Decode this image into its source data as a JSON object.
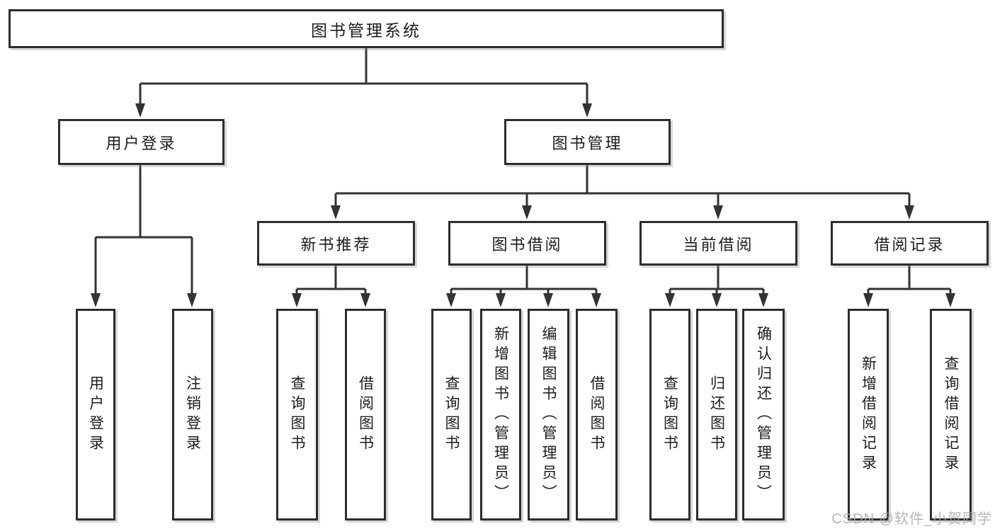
{
  "diagram_type": "hierarchy-tree",
  "tree": {
    "label": "图书管理系统",
    "children": [
      {
        "label": "用户登录",
        "children": [
          {
            "label": "用户登录"
          },
          {
            "label": "注销登录"
          }
        ]
      },
      {
        "label": "图书管理",
        "children": [
          {
            "label": "新书推荐",
            "children": [
              {
                "label": "查询图书"
              },
              {
                "label": "借阅图书"
              }
            ]
          },
          {
            "label": "图书借阅",
            "children": [
              {
                "label": "查询图书"
              },
              {
                "label": "新增图书（管理员）"
              },
              {
                "label": "编辑图书（管理员）"
              },
              {
                "label": "借阅图书"
              }
            ]
          },
          {
            "label": "当前借阅",
            "children": [
              {
                "label": "查询图书"
              },
              {
                "label": "归还图书"
              },
              {
                "label": "确认归还（管理员）"
              }
            ]
          },
          {
            "label": "借阅记录",
            "children": [
              {
                "label": "新增借阅记录"
              },
              {
                "label": "查询借阅记录"
              }
            ]
          }
        ]
      }
    ]
  },
  "watermark": {
    "text": "CSDN @软件_小贺同学"
  },
  "colors": {
    "box_border": "#2d2d2d",
    "connector": "#333333",
    "text": "#1c1c1c",
    "watermark": "#a8a8a8",
    "background": "#ffffff"
  }
}
